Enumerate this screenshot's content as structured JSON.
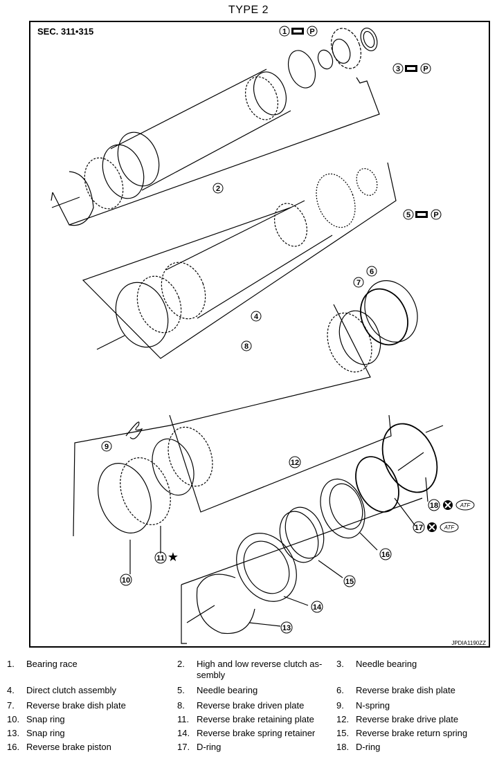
{
  "header": {
    "title": "TYPE 2",
    "section": "SEC. 311•315",
    "figure_code": "JPDIA1190ZZ"
  },
  "symbols": {
    "atf": "ATF",
    "petroleum_jelly": "P"
  },
  "callouts": [
    "1",
    "2",
    "3",
    "4",
    "5",
    "6",
    "7",
    "8",
    "9",
    "10",
    "11",
    "12",
    "13",
    "14",
    "15",
    "16",
    "17",
    "18"
  ],
  "legend": [
    {
      "num": "1.",
      "label": "Bearing race"
    },
    {
      "num": "2.",
      "label": "High and low reverse clutch as-\nsembly"
    },
    {
      "num": "3.",
      "label": "Needle bearing"
    },
    {
      "num": "4.",
      "label": "Direct clutch assembly"
    },
    {
      "num": "5.",
      "label": "Needle bearing"
    },
    {
      "num": "6.",
      "label": "Reverse brake dish plate"
    },
    {
      "num": "7.",
      "label": "Reverse brake dish plate"
    },
    {
      "num": "8.",
      "label": "Reverse brake driven plate"
    },
    {
      "num": "9.",
      "label": "N-spring"
    },
    {
      "num": "10.",
      "label": "Snap ring"
    },
    {
      "num": "11.",
      "label": "Reverse brake retaining plate"
    },
    {
      "num": "12.",
      "label": "Reverse brake drive plate"
    },
    {
      "num": "13.",
      "label": "Snap ring"
    },
    {
      "num": "14.",
      "label": "Reverse brake spring retainer"
    },
    {
      "num": "15.",
      "label": "Reverse brake return spring"
    },
    {
      "num": "16.",
      "label": "Reverse brake piston"
    },
    {
      "num": "17.",
      "label": "D-ring"
    },
    {
      "num": "18.",
      "label": "D-ring"
    }
  ]
}
